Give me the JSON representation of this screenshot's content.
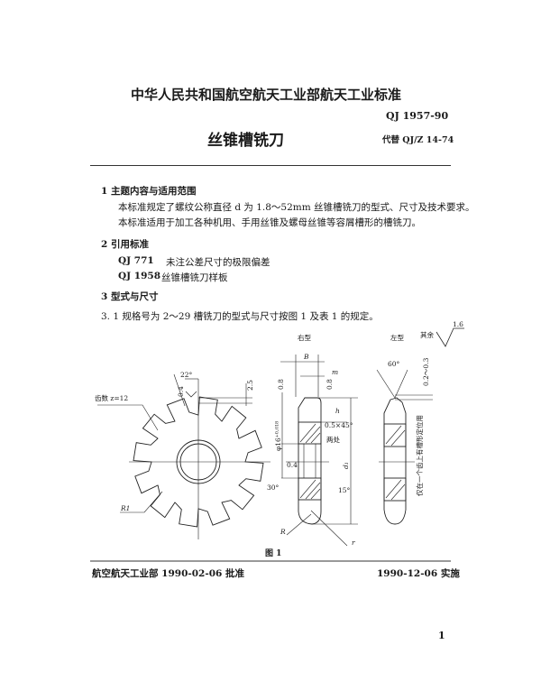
{
  "header": {
    "org_title": "中华人民共和国航空航天工业部航天工业标准",
    "standard_no": "QJ 1957-90",
    "doc_title": "丝锥槽铣刀",
    "replaces": "代替 QJ/Z 14-74"
  },
  "sections": {
    "s1": {
      "heading": "1  主题内容与适用范围",
      "p1": "本标准规定了螺纹公称直径 d 为 1.8～52mm 丝锥槽铣刀的型式、尺寸及技术要求。",
      "p2": "本标准适用于加工各种机用、手用丝锥及螺母丝锥等容屑槽形的槽铣刀。"
    },
    "s2": {
      "heading": "2  引用标准",
      "refs": [
        {
          "code": "QJ 771",
          "title": "未注公差尺寸的极限偏差"
        },
        {
          "code": "QJ 1958",
          "title": "丝锥槽铣刀样板"
        }
      ]
    },
    "s3": {
      "heading": "3  型式与尺寸",
      "p31": "3. 1   规格号为 2～29 槽铣刀的型式与尺寸按图 1 及表 1 的规定。"
    }
  },
  "figure": {
    "caption": "图 1",
    "roughness_rest_label": "其余",
    "roughness_rest_value": "1.6",
    "right_type": "右型",
    "left_type": "左型",
    "teeth": "齿数 z=12",
    "angle_22": "22°",
    "dim_2_5": "2.5",
    "ra_0_4": "0.4",
    "ra_0_8": "0.8",
    "R1": "R1",
    "B": "B",
    "m": "m",
    "h": "h",
    "bore": "φ16⁺⁰·⁰¹⁸",
    "chamfer": "0.5×45°",
    "two_places": "两处",
    "d1": "d₁",
    "angle_30": "30°",
    "angle_15": "15°",
    "R": "R",
    "r": "r",
    "angle_60": "60°",
    "dim_02_03": "0.2～0.3",
    "note_left": "仅在一个齿上有槽形定位用"
  },
  "footer": {
    "approved": "航空航天工业部 1990-02-06 批准",
    "effective": "1990-12-06 实施",
    "page_number": "1"
  }
}
